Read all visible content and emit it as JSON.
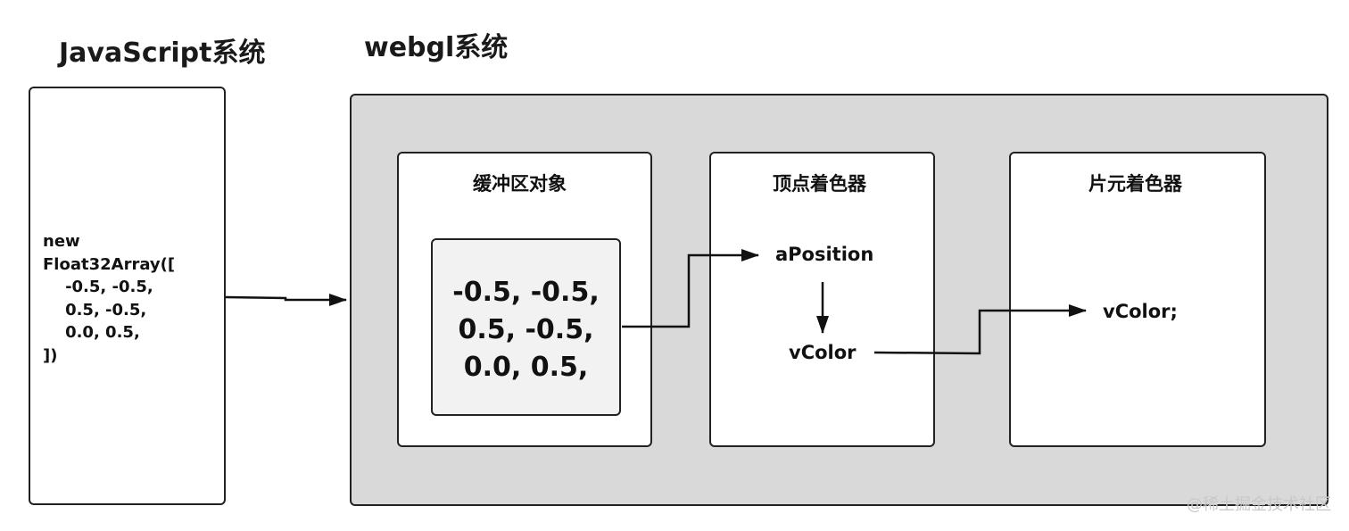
{
  "titles": {
    "javascript": "JavaScript系统",
    "webgl": "webgl系统"
  },
  "javascript_box": {
    "code": "new\nFloat32Array([\n    -0.5, -0.5,\n    0.5, -0.5,\n    0.0, 0.5,\n])"
  },
  "buffer_object": {
    "title": "缓冲区对象",
    "values": "-0.5, -0.5,\n0.5, -0.5,\n0.0, 0.5,"
  },
  "vertex_shader": {
    "title": "顶点着色器",
    "input": "aPosition",
    "output": "vColor"
  },
  "fragment_shader": {
    "title": "片元着色器",
    "input": "vColor;"
  },
  "watermark": "@稀土掘金技术社区",
  "colors": {
    "webgl_system_fill": "#d9d9d9",
    "buffer_data_fill": "#f2f2f2",
    "stroke": "#222222"
  }
}
